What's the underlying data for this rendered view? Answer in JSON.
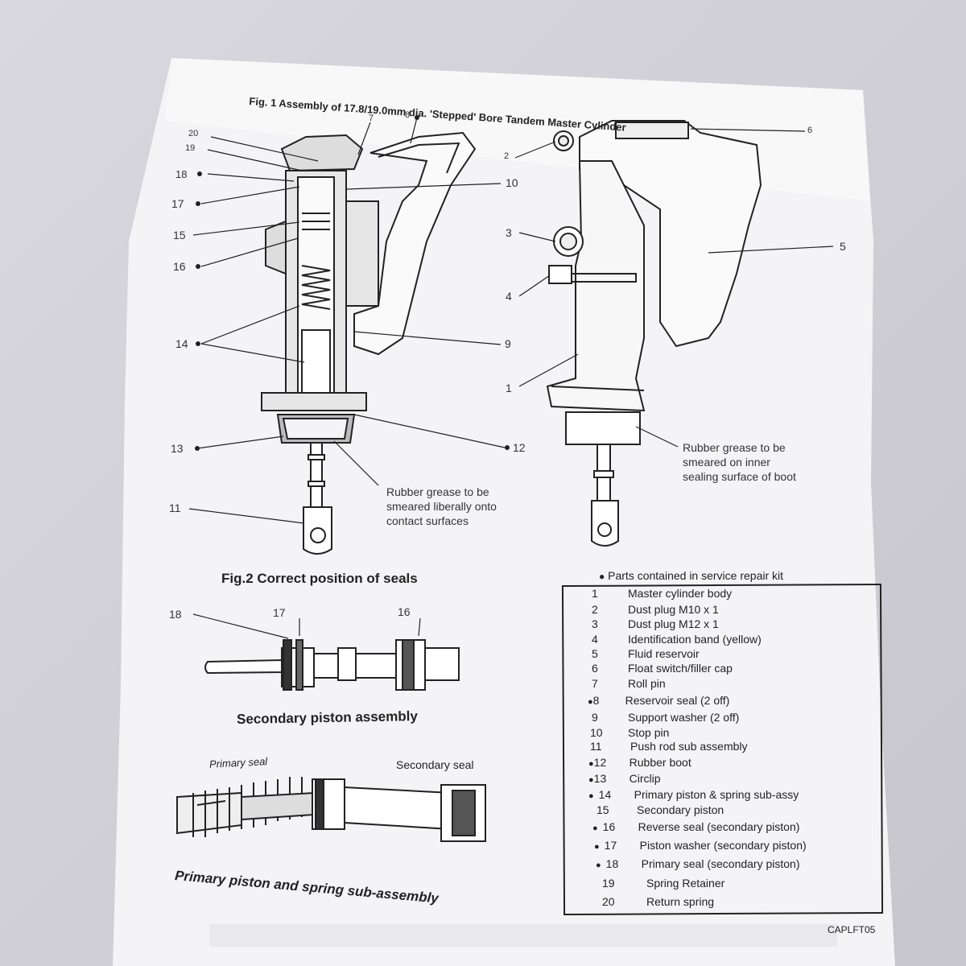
{
  "fig1_title": "Fig. 1 Assembly of 17.8/19.0mm dia. 'Stepped' Bore Tandem Master Cylinder",
  "fig2_title": "Fig.2 Correct position of seals",
  "callouts_left": [
    "20",
    "19",
    "18",
    "17",
    "15",
    "16",
    "14",
    "13",
    "11",
    "7",
    "8",
    "10",
    "9",
    "12"
  ],
  "callouts_right": [
    "2",
    "3",
    "4",
    "1",
    "6",
    "5"
  ],
  "callouts_fig2": [
    "18",
    "17",
    "16"
  ],
  "note_left": "Rubber grease to be smeared liberally onto contact surfaces",
  "note_right": "Rubber grease to be smeared on inner sealing surface of boot",
  "secondary_caption": "Secondary piston assembly",
  "primary_seal_label": "Primary seal",
  "secondary_seal_label": "Secondary seal",
  "primary_caption": "Primary piston and spring sub-assembly",
  "kit_header": "Parts contained in service repair kit",
  "parts": [
    {
      "no": "1",
      "name": "Master cylinder body",
      "kit": false
    },
    {
      "no": "2",
      "name": "Dust plug M10 x 1",
      "kit": false
    },
    {
      "no": "3",
      "name": "Dust plug M12 x 1",
      "kit": false
    },
    {
      "no": "4",
      "name": "Identification band (yellow)",
      "kit": false
    },
    {
      "no": "5",
      "name": "Fluid reservoir",
      "kit": false
    },
    {
      "no": "6",
      "name": "Float switch/filler cap",
      "kit": false
    },
    {
      "no": "7",
      "name": "Roll pin",
      "kit": false
    },
    {
      "no": "8",
      "name": "Reservoir seal (2 off)",
      "kit": true
    },
    {
      "no": "9",
      "name": "Support washer (2 off)",
      "kit": false
    },
    {
      "no": "10",
      "name": "Stop pin",
      "kit": false
    },
    {
      "no": "11",
      "name": "Push rod sub assembly",
      "kit": false
    },
    {
      "no": "12",
      "name": "Rubber boot",
      "kit": true
    },
    {
      "no": "13",
      "name": "Circlip",
      "kit": true
    },
    {
      "no": "14",
      "name": "Primary piston & spring sub-assy",
      "kit": true
    },
    {
      "no": "15",
      "name": "Secondary piston",
      "kit": false
    },
    {
      "no": "16",
      "name": "Reverse seal (secondary piston)",
      "kit": true
    },
    {
      "no": "17",
      "name": "Piston washer (secondary piston)",
      "kit": true
    },
    {
      "no": "18",
      "name": "Primary seal (secondary piston)",
      "kit": true
    },
    {
      "no": "19",
      "name": "Spring Retainer",
      "kit": false
    },
    {
      "no": "20",
      "name": "Return spring",
      "kit": false
    }
  ],
  "doc_code": "CAPLFT05",
  "colors": {
    "paper": "#f4f4f6",
    "ink": "#222222",
    "background": "#cfcfd4"
  }
}
